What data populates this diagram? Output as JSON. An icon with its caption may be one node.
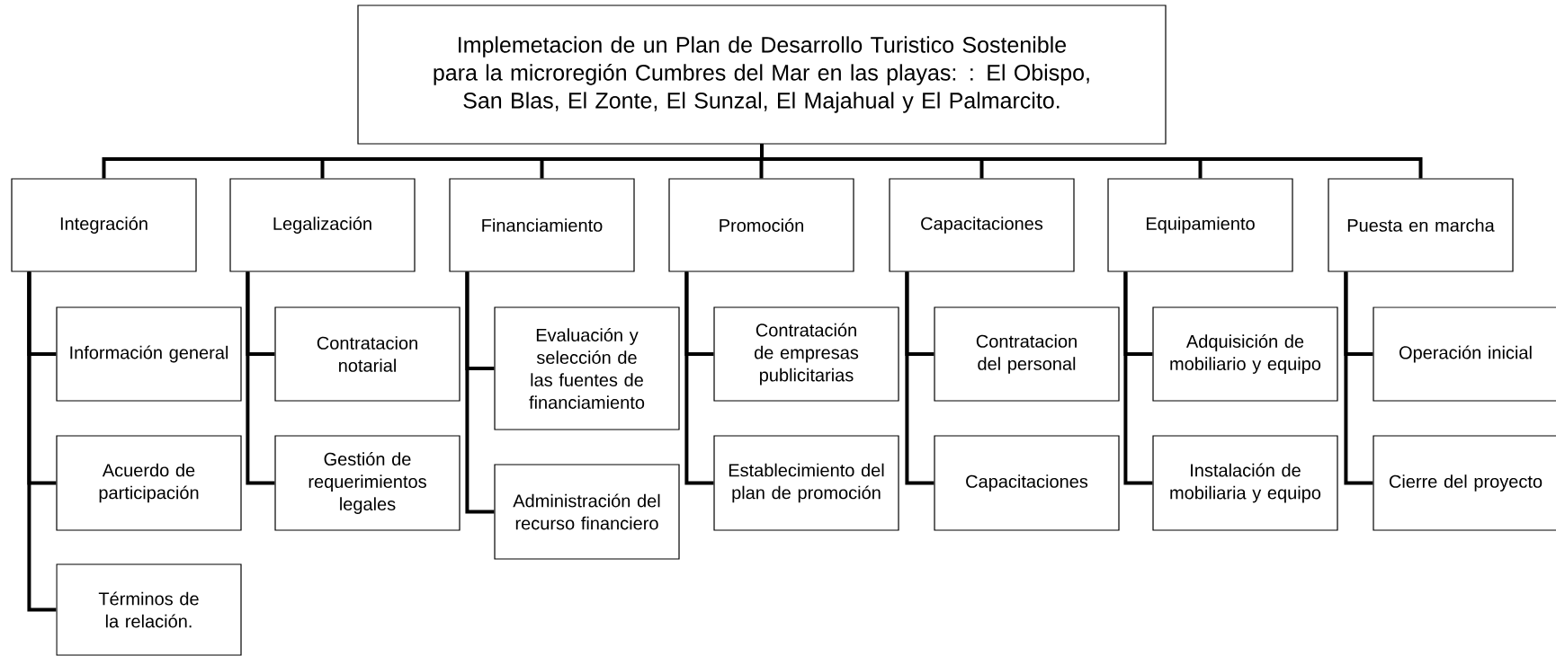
{
  "diagram": {
    "nodes": [
      {
        "text": [
          "Implemetacion de un Plan de Desarrollo Turistico Sostenible para la microregión Cumbres del Mar en las playas: : El Obispo, San Blas, El Zonte, El Sunzal, El Majahual y El Palmarcito."
        ]
      },
      {
        "text": [
          "Integración"
        ]
      },
      {
        "text": [
          "Legalización"
        ]
      },
      {
        "text": [
          "Financiamiento"
        ]
      },
      {
        "text": [
          "Promoción"
        ]
      },
      {
        "text": [
          "Capacitaciones"
        ]
      },
      {
        "text": [
          "Equipamiento"
        ]
      },
      {
        "text": [
          "Puesta en marcha"
        ]
      },
      {
        "text": [
          "Información general"
        ]
      },
      {
        "text": [
          "Acuerdo de participación"
        ]
      },
      {
        "text": [
          "Términos de la relación."
        ]
      },
      {
        "text": [
          "Contratacion notarial"
        ]
      },
      {
        "text": [
          "Gestión de requerimientos legales"
        ]
      },
      {
        "text": [
          "Evaluación y selección de las fuentes de financiamiento"
        ]
      },
      {
        "text": [
          "Administración del recurso financiero"
        ]
      },
      {
        "text": [
          "Contratación de empresas publicitarias"
        ]
      },
      {
        "text": [
          "Establecimiento del plan de promoción"
        ]
      },
      {
        "text": [
          "Contratacion del personal"
        ]
      },
      {
        "text": [
          "Capacitaciones"
        ]
      },
      {
        "text": [
          "Adquisición de mobiliario y equipo"
        ]
      },
      {
        "text": [
          "Instalación de mobiliaria y equipo"
        ]
      },
      {
        "text": [
          "Operación inicial"
        ]
      },
      {
        "text": [
          "Cierre del proyecto"
        ]
      }
    ],
    "edges": [
      {
        "from": 0,
        "to": 1,
        "arrow": "none"
      },
      {
        "from": 0,
        "to": 2,
        "arrow": "none"
      },
      {
        "from": 0,
        "to": 3,
        "arrow": "none"
      },
      {
        "from": 0,
        "to": 4,
        "arrow": "none"
      },
      {
        "from": 0,
        "to": 5,
        "arrow": "none"
      },
      {
        "from": 0,
        "to": 6,
        "arrow": "none"
      },
      {
        "from": 0,
        "to": 7,
        "arrow": "none"
      },
      {
        "from": 1,
        "to": 8,
        "arrow": "none"
      },
      {
        "from": 1,
        "to": 9,
        "arrow": "none"
      },
      {
        "from": 1,
        "to": 10,
        "arrow": "none"
      },
      {
        "from": 2,
        "to": 11,
        "arrow": "none"
      },
      {
        "from": 2,
        "to": 12,
        "arrow": "none"
      },
      {
        "from": 3,
        "to": 13,
        "arrow": "none"
      },
      {
        "from": 3,
        "to": 14,
        "arrow": "none"
      },
      {
        "from": 4,
        "to": 15,
        "arrow": "none"
      },
      {
        "from": 4,
        "to": 16,
        "arrow": "none"
      },
      {
        "from": 5,
        "to": 17,
        "arrow": "none"
      },
      {
        "from": 5,
        "to": 18,
        "arrow": "none"
      },
      {
        "from": 6,
        "to": 19,
        "arrow": "none"
      },
      {
        "from": 6,
        "to": 20,
        "arrow": "none"
      },
      {
        "from": 7,
        "to": 21,
        "arrow": "none"
      },
      {
        "from": 7,
        "to": 22,
        "arrow": "none"
      }
    ]
  }
}
